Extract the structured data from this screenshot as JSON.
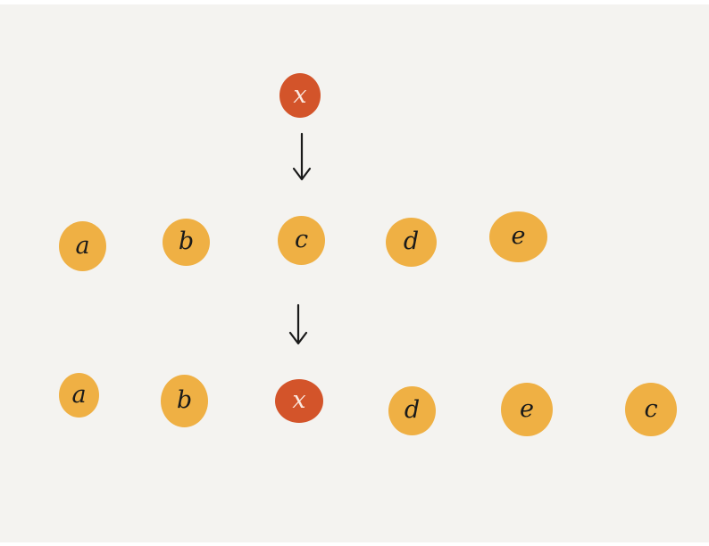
{
  "colors": {
    "background": "#f4f3f0",
    "node_orange": "#efb044",
    "node_red": "#d3542a",
    "arrow": "#1a1a1a"
  },
  "top_node": {
    "label": "x"
  },
  "row1": {
    "nodes": [
      {
        "label": "a"
      },
      {
        "label": "b"
      },
      {
        "label": "c"
      },
      {
        "label": "d"
      },
      {
        "label": "e"
      }
    ]
  },
  "row2": {
    "nodes": [
      {
        "label": "a"
      },
      {
        "label": "b"
      },
      {
        "label": "x"
      },
      {
        "label": "d"
      },
      {
        "label": "e"
      },
      {
        "label": "c"
      }
    ]
  },
  "arrows": [
    {
      "icon": "down-arrow-icon"
    },
    {
      "icon": "down-arrow-icon"
    }
  ]
}
